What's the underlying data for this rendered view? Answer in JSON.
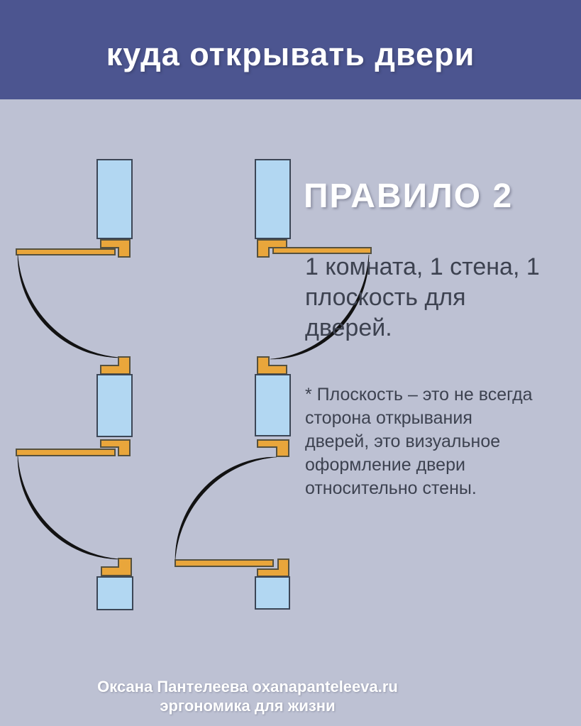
{
  "colors": {
    "header_bg": "#4c5590",
    "page_bg": "#bdc1d3",
    "wall_fill": "#b2d7f2",
    "wall_stroke": "#3c4656",
    "door_fill": "#e9a63b",
    "door_stroke": "#55513f",
    "arc_color": "#121212",
    "text_dark": "#3d4250",
    "text_light": "#ffffff"
  },
  "header": {
    "title": "куда открывать двери"
  },
  "rule": {
    "heading": "ПРАВИЛО 2",
    "lines": [
      "1 комната, 1 стена, 1",
      "плоскость для",
      "дверей."
    ]
  },
  "note": {
    "lines": [
      "* Плоскость – это не всегда",
      "сторона открывания",
      "дверей, это визуальное",
      "оформление двери",
      "относительно стены."
    ]
  },
  "footer": {
    "line1": "Оксана Пантелеева oxanapanteleeva.ru",
    "line2": "эргономика для жизни"
  },
  "diagram": {
    "type": "floor-plan",
    "subject": "door swing directions on one wall plane",
    "columns": 2,
    "walls_per_column": 3,
    "doors_per_column": 2
  }
}
